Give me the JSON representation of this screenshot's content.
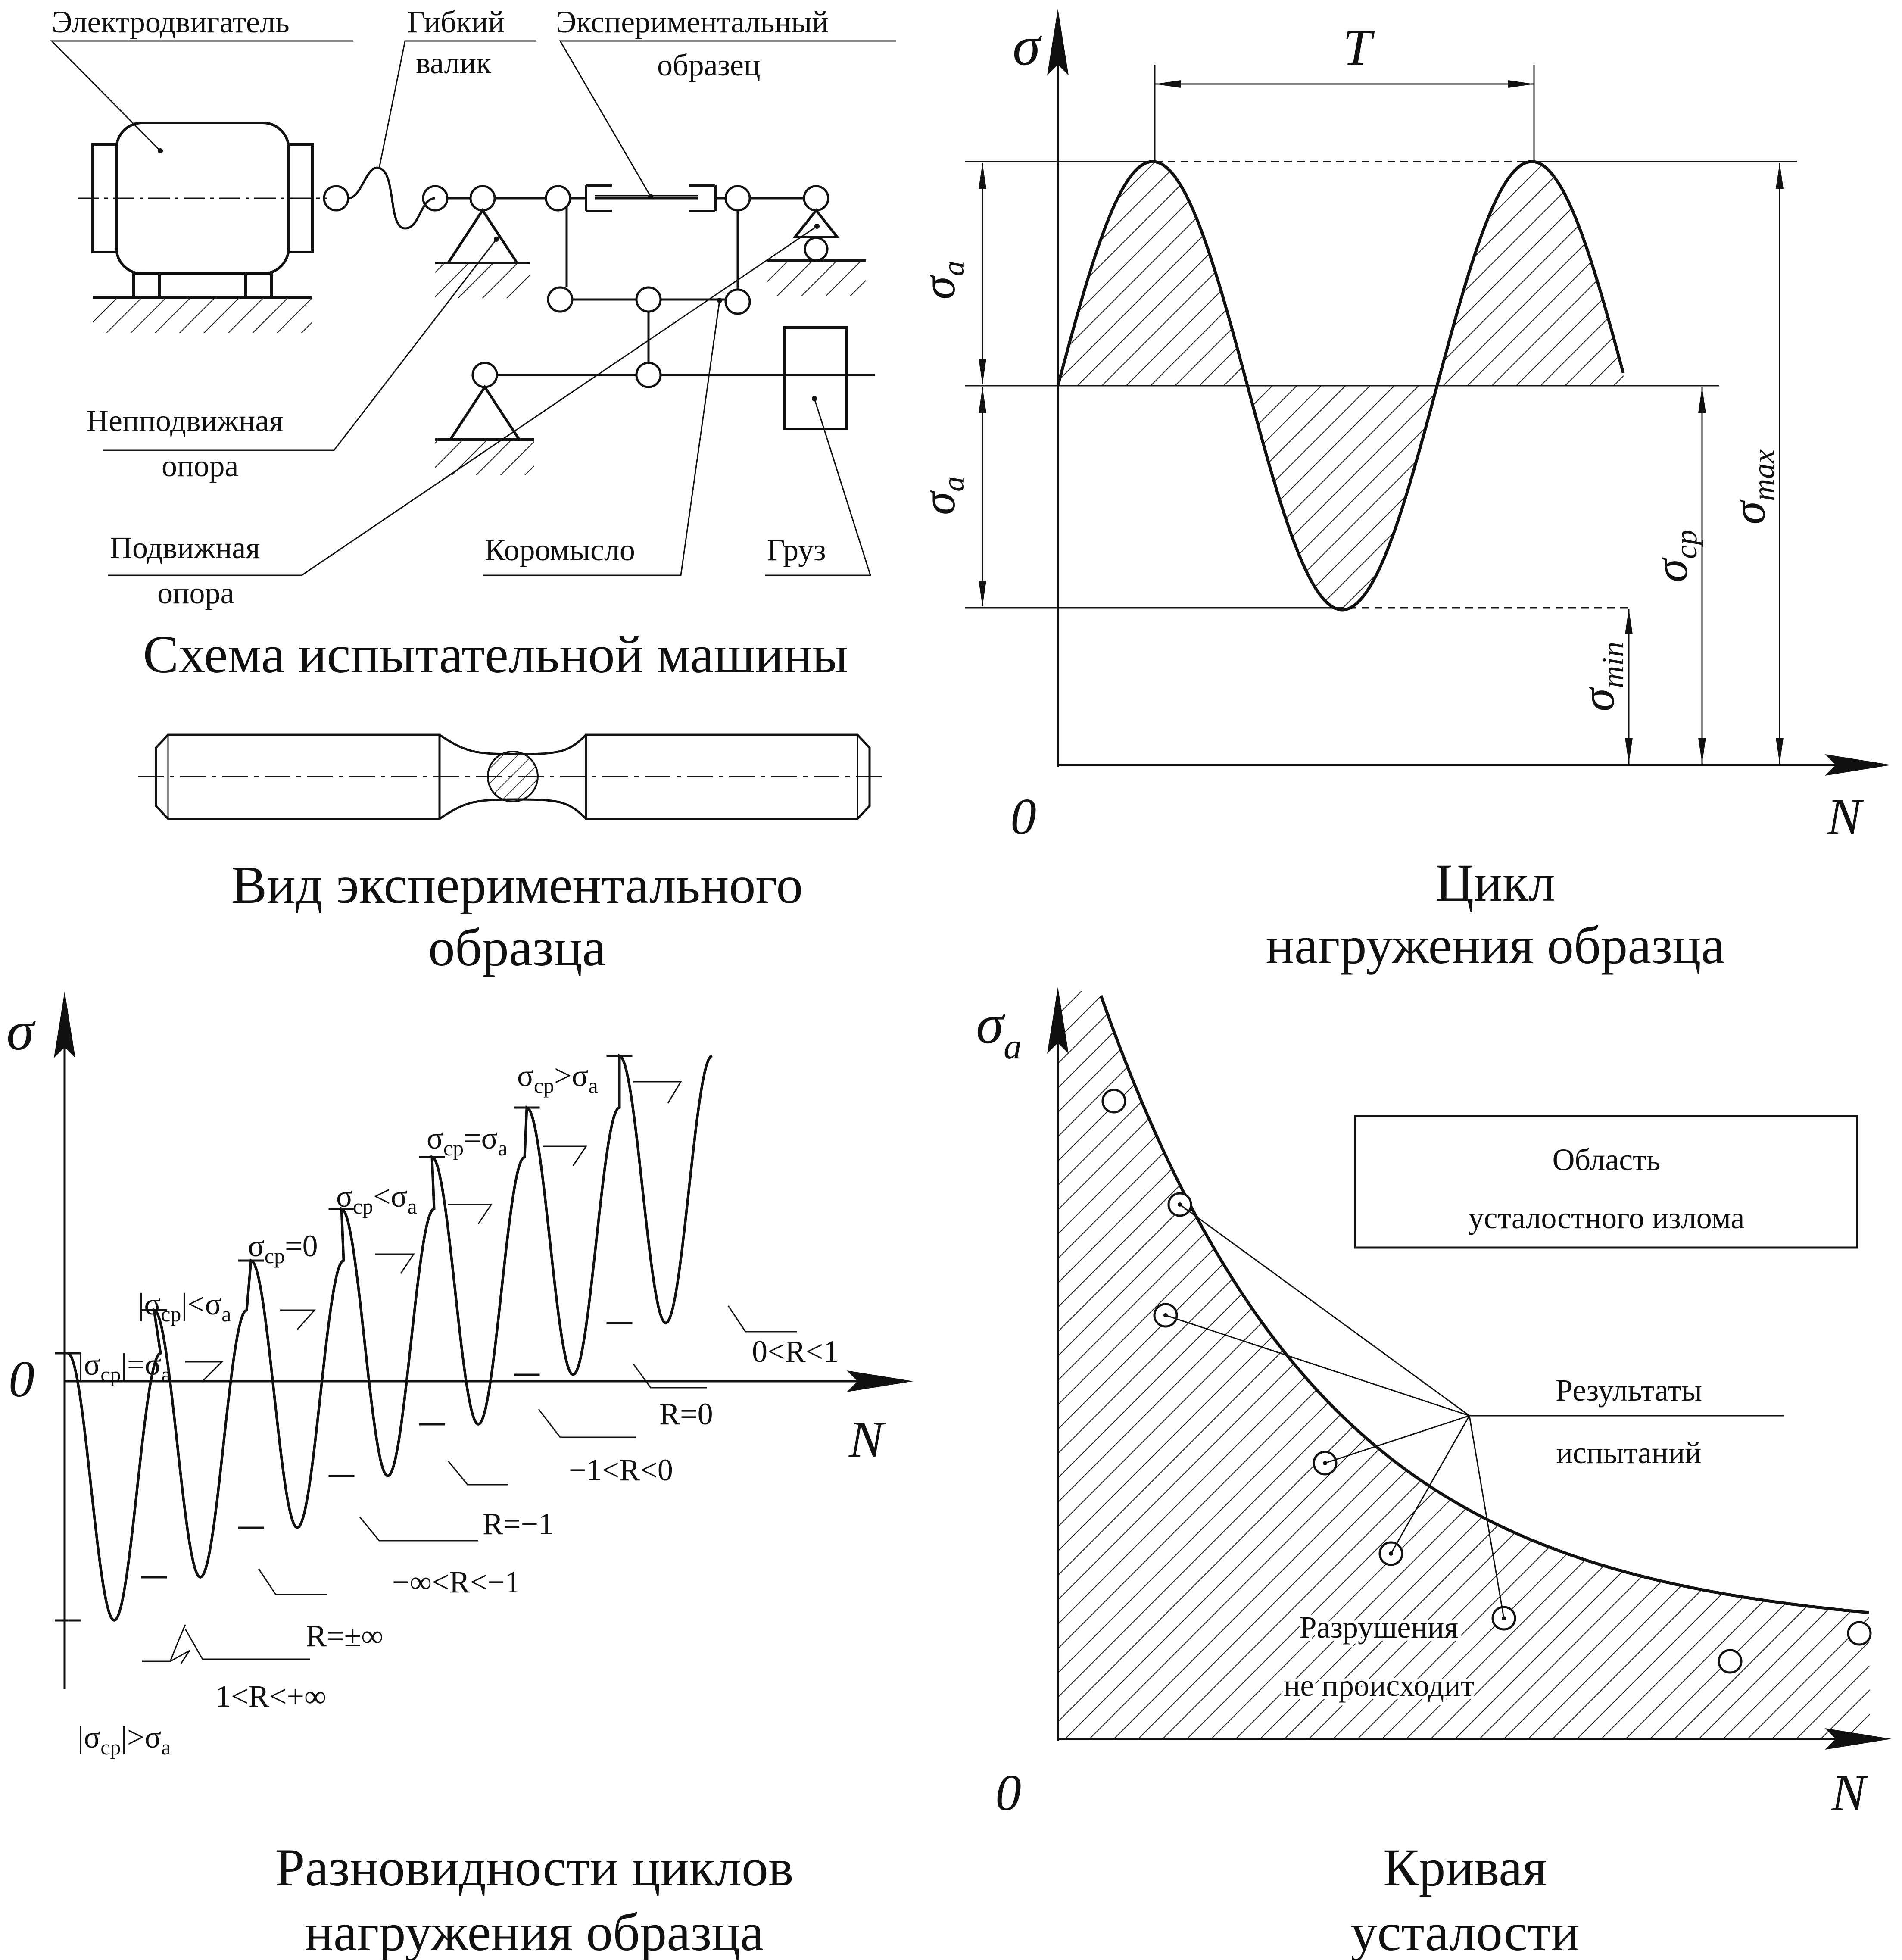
{
  "machine": {
    "labels": {
      "motor": "Электродвигатель",
      "shaft_1": "Гибкий",
      "shaft_2": "валик",
      "specimen_1": "Экспериментальный",
      "specimen_2": "образец",
      "fixed_1": "Непподвижная",
      "fixed_2": "опора",
      "movable_1": "Подвижная",
      "movable_2": "опора",
      "rocker": "Коромысло",
      "weight": "Груз"
    },
    "caption": "Схема испытательной машины"
  },
  "specimen": {
    "caption_1": "Вид экспериментального",
    "caption_2": "образца"
  },
  "cycle": {
    "sigma": "σ",
    "T": "T",
    "zero": "0",
    "N": "N",
    "sigma_a_sub": "a",
    "sigma_max_sub": "max",
    "sigma_min_sub": "min",
    "sigma_cp_sub": "cp",
    "caption_1": "Цикл",
    "caption_2": "нагружения образца"
  },
  "cycle_types": {
    "sigma": "σ",
    "zero": "0",
    "N": "N",
    "labels": {
      "l1_pre": "|σ",
      "l1_sub": "cp",
      "l1_post": "|=σ",
      "l1_sub2": "a",
      "l2_pre": "|σ",
      "l2_sub": "cp",
      "l2_post": "|<σ",
      "l2_sub2": "a",
      "l3_pre": "σ",
      "l3_sub": "cp",
      "l3_post": "=0",
      "l4_pre": "σ",
      "l4_sub": "cp",
      "l4_post": "<σ",
      "l4_sub2": "a",
      "l5_pre": "σ",
      "l5_sub": "cp",
      "l5_post": "=σ",
      "l5_sub2": "a",
      "l6_pre": "σ",
      "l6_sub": "cp",
      "l6_post": ">σ",
      "l6_sub2": "a",
      "l7_pre": "|σ",
      "l7_sub": "cp",
      "l7_post": "|>σ",
      "l7_sub2": "a",
      "r1": "1<R<+∞",
      "r2": "R=±∞",
      "r3": "−∞<R<−1",
      "r4": "R=−1",
      "r5": "−1<R<0",
      "r6": "R=0",
      "r7": "0<R<1"
    },
    "caption_1": "Разновидности циклов",
    "caption_2": "нагружения образца"
  },
  "fatigue": {
    "sigma": "σ",
    "sigma_sub": "a",
    "zero": "0",
    "N": "N",
    "box_1": "Область",
    "box_2": "усталостного излома",
    "results_1": "Результаты",
    "results_2": "испытаний",
    "safe_1": "Разрушения",
    "safe_2": "не происходит",
    "caption_1": "Кривая",
    "caption_2": "усталости"
  }
}
